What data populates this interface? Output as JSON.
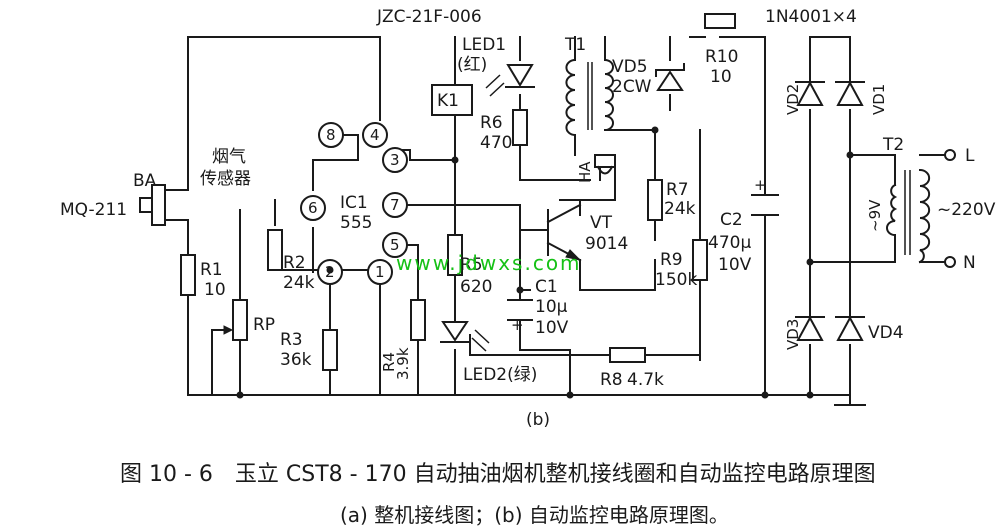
{
  "relay_model": "JZC-21F-006",
  "diode_spec": "1N4001×4",
  "sensor": {
    "ref": "BA",
    "model": "MQ-211",
    "name_line1": "烟气",
    "name_line2": "传感器"
  },
  "ic": {
    "ref": "IC1",
    "part": "555",
    "pins": [
      "8",
      "4",
      "6",
      "3",
      "7",
      "5",
      "2",
      "1"
    ]
  },
  "relay": {
    "ref": "K1"
  },
  "led1": {
    "ref": "LED1",
    "color": "(红)"
  },
  "led2": {
    "ref": "LED2(绿)"
  },
  "transformer1": {
    "ref": "T1"
  },
  "transformer2": {
    "ref": "T2",
    "secondary": "~9V",
    "primary": "~220V"
  },
  "zener": {
    "ref": "VD5",
    "value": "2CW"
  },
  "buzzer": {
    "ref": "HA"
  },
  "transistor": {
    "ref": "VT",
    "part": "9014"
  },
  "resistors": {
    "r1": {
      "ref": "R1",
      "value": "10"
    },
    "rp": {
      "ref": "RP"
    },
    "r2": {
      "ref": "R2",
      "value": "24k"
    },
    "r3": {
      "ref": "R3",
      "value": "36k"
    },
    "r4": {
      "ref": "R4",
      "value": "3.9k"
    },
    "r5": {
      "ref": "R5",
      "value": "620"
    },
    "r6": {
      "ref": "R6",
      "value": "470"
    },
    "r7": {
      "ref": "R7",
      "value": "24k"
    },
    "r8": {
      "ref": "R8",
      "value": "4.7k"
    },
    "r9": {
      "ref": "R9",
      "value": "150k"
    },
    "r10": {
      "ref": "R10",
      "value": "10"
    }
  },
  "capacitors": {
    "c1": {
      "ref": "C1",
      "value": "10μ",
      "voltage": "10V"
    },
    "c2": {
      "ref": "C2",
      "value": "470μ",
      "voltage": "10V"
    }
  },
  "diodes": {
    "vd1": "VD1",
    "vd2": "VD2",
    "vd3": "VD3",
    "vd4": "VD4"
  },
  "terminals": {
    "l": "L",
    "n": "N"
  },
  "sub_label": "(b)",
  "watermark": "www.jdwxs.com",
  "caption": {
    "line1": "图 10 - 6　玉立 CST8 - 170 自动抽油烟机整机接线圈和自动监控电路原理图",
    "line2": "(a) 整机接线图；(b) 自动监控电路原理图。"
  }
}
